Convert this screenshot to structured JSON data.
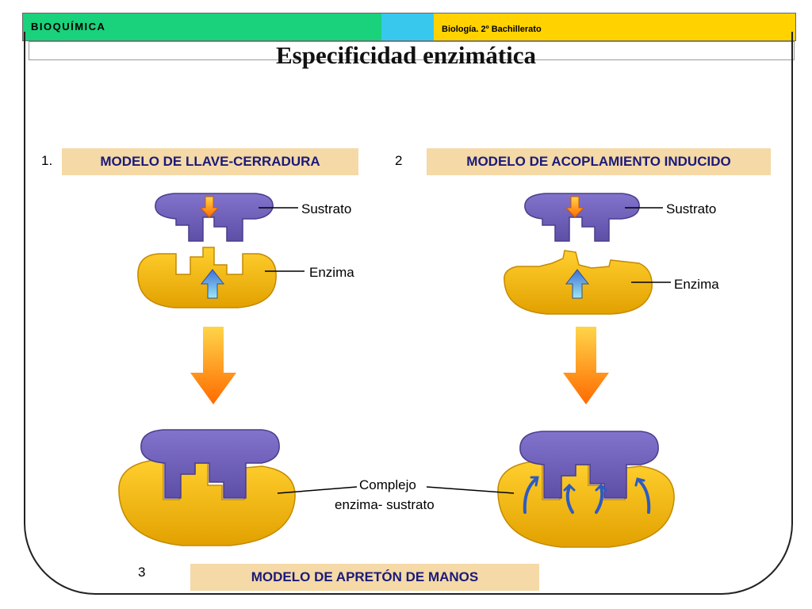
{
  "header": {
    "left_text": "BIOQUÍMICA",
    "right_text": "Biología. 2º Bachillerato"
  },
  "title": "Especificidad enzimática",
  "models": [
    {
      "number": "1.",
      "label": "MODELO DE LLAVE-CERRADURA",
      "substrate": "Sustrato",
      "enzyme": "Enzima"
    },
    {
      "number": "2",
      "label": "MODELO DE ACOPLAMIENTO INDUCIDO",
      "substrate": "Sustrato",
      "enzyme": "Enzima"
    },
    {
      "number": "3",
      "label": "MODELO DE APRETÓN DE MANOS"
    }
  ],
  "complex_label": {
    "line1": "Complejo",
    "line2": "enzima- sustrato"
  },
  "colors": {
    "green": "#19d27b",
    "cyan": "#38c8ee",
    "yellow": "#ffd200",
    "enzyme": "#f4b800",
    "substrate": "#6f5fb8",
    "label_bg": "#f5d9a6",
    "label_text": "#1a1a7a"
  }
}
